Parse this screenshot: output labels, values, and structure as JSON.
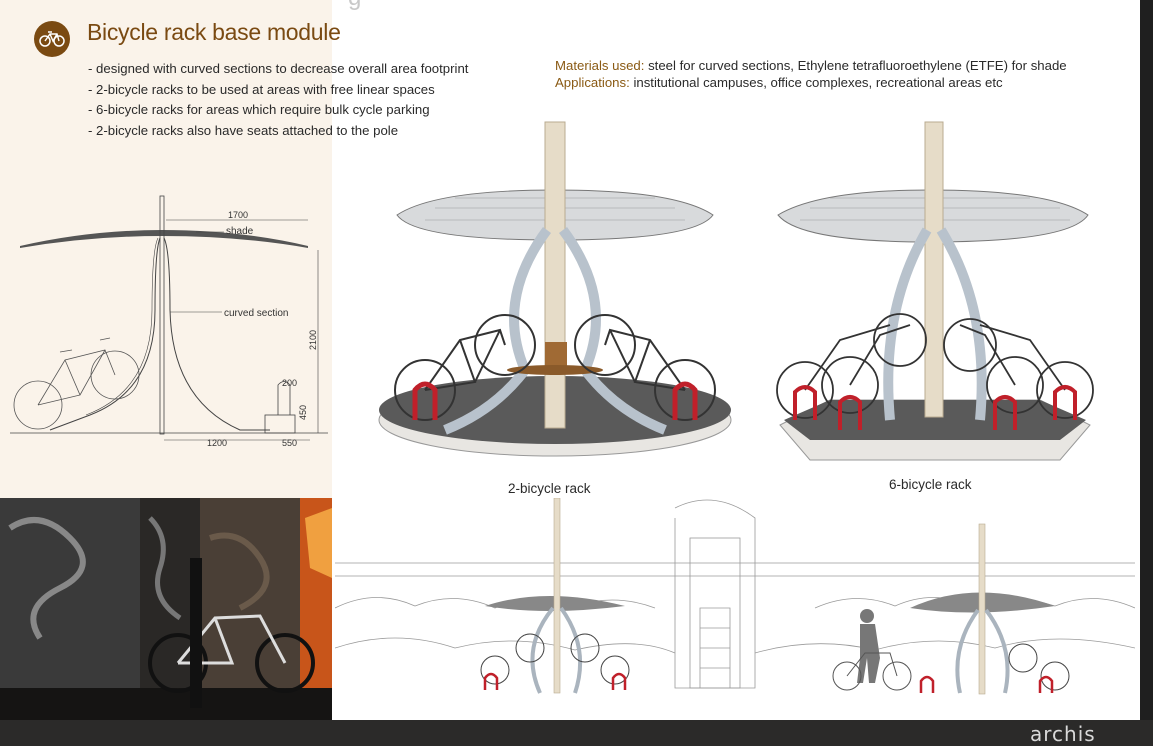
{
  "header": {
    "title": "Bicycle rack base module",
    "icon": "bicycle-icon",
    "accent_color": "#7a4a12"
  },
  "bullets": [
    "- designed with curved sections to decrease overall area footprint",
    "- 2-bicycle racks to be used at areas with free linear spaces",
    "- 6-bicycle racks for  areas which require bulk cycle parking",
    "- 2-bicycle racks also have seats attached to the pole"
  ],
  "info": {
    "materials_label": "Materials used:",
    "materials_text": " steel for curved sections, Ethylene tetrafluoroethylene (ETFE) for shade",
    "applications_label": "Applications:",
    "applications_text": " institutional campuses, office complexes, recreational areas etc"
  },
  "drawing": {
    "dim_top": "1700",
    "shade_label": "shade",
    "curved_label": "curved section",
    "dim_height": "2100",
    "dim_200": "200",
    "dim_450": "450",
    "dim_1200": "1200",
    "dim_550": "550"
  },
  "captions": {
    "two_rack": "2-bicycle rack",
    "six_rack": "6-bicycle rack"
  },
  "footer": {
    "logo": "archis"
  }
}
